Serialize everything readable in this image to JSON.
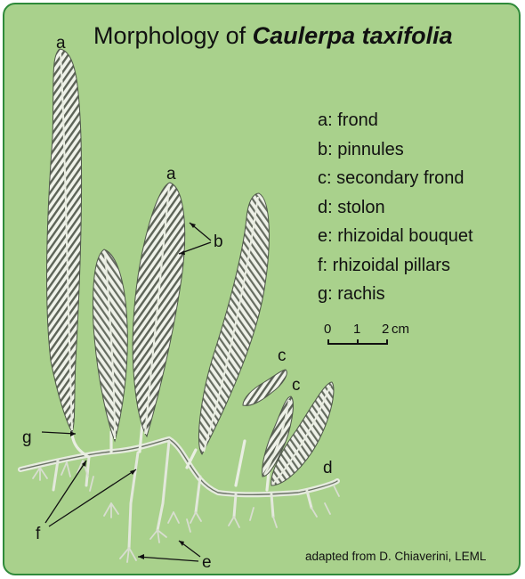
{
  "title": {
    "prefix": "Morphology of ",
    "species": "Caulerpa taxifolia"
  },
  "legend": [
    "a: frond",
    "b: pinnules",
    "c: secondary frond",
    "d: stolon",
    "e: rhizoidal bouquet",
    "f: rhizoidal pillars",
    "g: rachis"
  ],
  "scale_bar": {
    "ticks": [
      "0",
      "1",
      "2"
    ],
    "unit": "cm"
  },
  "labels": {
    "a": "a",
    "b": "b",
    "c": "c",
    "d": "d",
    "e": "e",
    "f": "f",
    "g": "g"
  },
  "credit": "adapted from D. Chiaverini, LEML",
  "colors": {
    "background": "#a9d18c",
    "border": "#2f8a3a",
    "plant": "#e6ebdf",
    "plant_dark": "#5c6357"
  }
}
